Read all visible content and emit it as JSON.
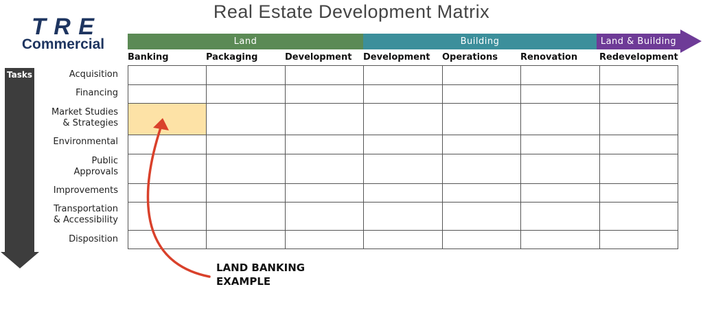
{
  "title": "Real Estate Development Matrix",
  "logo": {
    "mark": "T R E",
    "word": "Commercial"
  },
  "phases": [
    {
      "label": "Land",
      "color": "#5b8a55"
    },
    {
      "label": "Building",
      "color": "#3c8f9b"
    },
    {
      "label": "Land & Building",
      "color": "#6e3b97"
    }
  ],
  "columns": [
    "Banking",
    "Packaging",
    "Development",
    "Development",
    "Operations",
    "Renovation",
    "Redevelopment"
  ],
  "tasks_label": "Tasks",
  "rows": [
    [
      "Acquisition"
    ],
    [
      "Financing"
    ],
    [
      "Market Studies",
      "& Strategies"
    ],
    [
      "Environmental"
    ],
    [
      "Public",
      "Approvals"
    ],
    [
      "Improvements"
    ],
    [
      "Transportation",
      "& Accessibility"
    ],
    [
      "Disposition"
    ]
  ],
  "highlight_cell": {
    "row": 2,
    "column": 0,
    "color": "#fde2a6"
  },
  "callout": {
    "line1": "LAND BANKING",
    "line2": "EXAMPLE",
    "arrow_color": "#d9412b"
  }
}
